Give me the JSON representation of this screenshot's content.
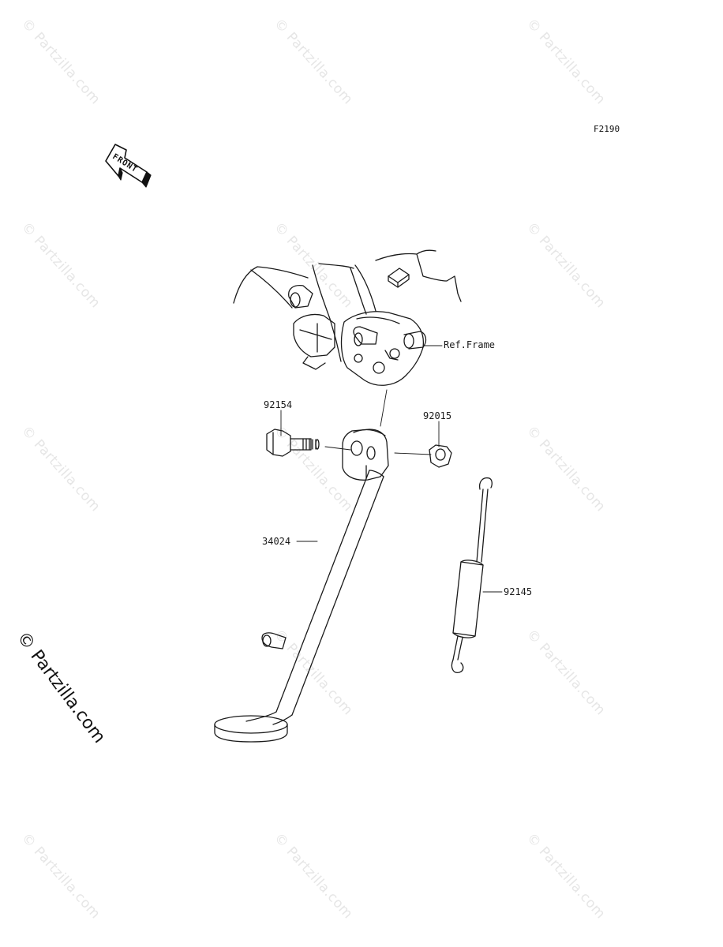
{
  "figure_code": "F2190",
  "front_marker": "FRONT",
  "watermark": "© Partzilla.com",
  "watermark_large": "© Partzilla.com",
  "callouts": {
    "ref_frame": "Ref.Frame",
    "bolt": "92154",
    "nut": "92015",
    "stand": "34024",
    "spring": "92145"
  }
}
